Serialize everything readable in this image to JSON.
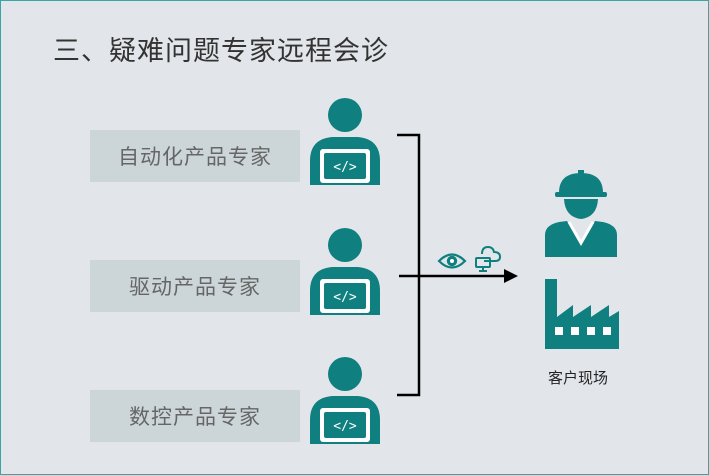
{
  "title": "三、疑难问题专家远程会诊",
  "experts": [
    {
      "label": "自动化产品专家"
    },
    {
      "label": "驱动产品专家"
    },
    {
      "label": "数控产品专家"
    }
  ],
  "icons": {
    "expert": "developer-at-laptop-icon",
    "view": "eye-icon",
    "remote": "cloud-computer-icon",
    "worker": "worker-hard-hat-icon",
    "factory": "factory-icon"
  },
  "customer": {
    "label": "客户现场"
  },
  "colors": {
    "background": "#e2e6ea",
    "accent": "#0f7f7f",
    "box": "#ccd6d9",
    "line": "#000000"
  }
}
